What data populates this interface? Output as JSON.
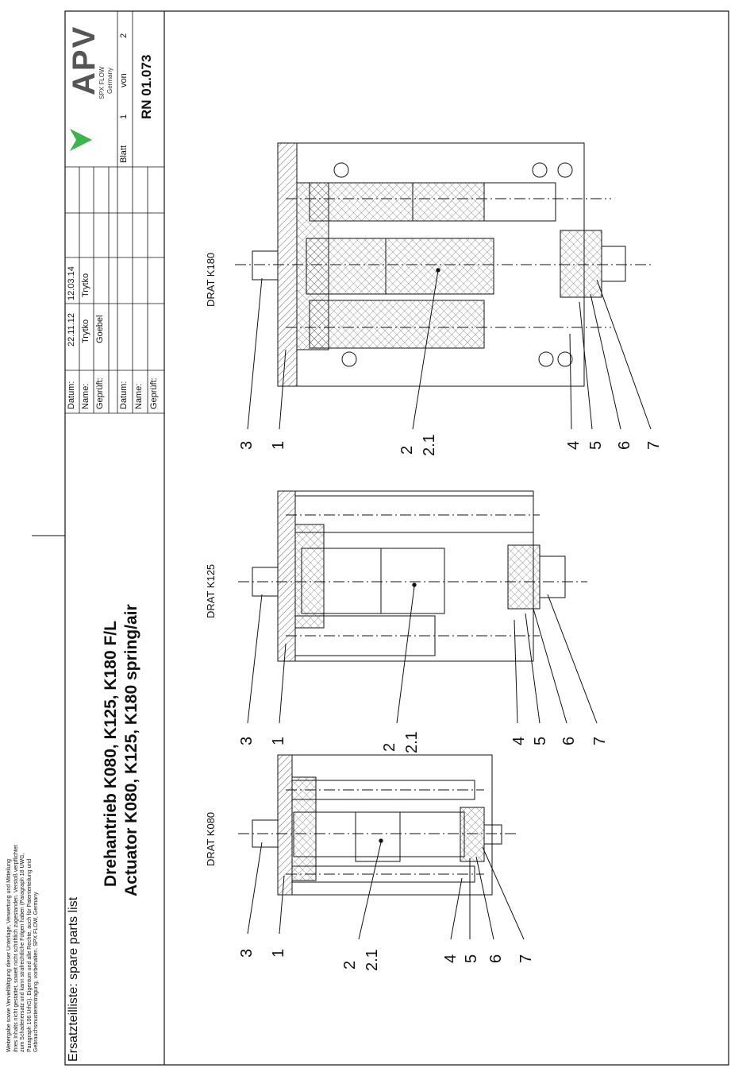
{
  "legal_notice": [
    "Weitergabe sowie Vervielfältigung dieser Unterlage, Verwertung und Mitteilung",
    "ihres Inhalts nicht gestattet, soweit nicht schriftlich zugestanden. Verstoß verpflichtet",
    "zum Schadenersatz und kann strafrechtliche Folgen haben (Paragraph 18 UWG,",
    "Paragraph 106 UrhG). Eigentum und alle Rechte, auch für Patenterteilung und",
    "Gebrauchsmustereintragung, vorbehalten. SPX FLOW, Germany"
  ],
  "list_label": "Ersatzteilliste: spare parts list",
  "title_de": "Drehantrieb K080, K125, K180 F/L",
  "title_en": "Actuator K080, K125, K180 spring/air",
  "title_block": {
    "datum_label": "Datum:",
    "name_label": "Name:",
    "geprueft_label": "Geprüft:",
    "datum_1": "22.11.12",
    "datum_2": "12.03.14",
    "name_1": "Trytko",
    "name_2": "Trytko",
    "geprueft_1": "Goebel",
    "blatt_label": "Blatt",
    "blatt_value": "1",
    "von_label": "von",
    "von_value": "2",
    "doc_number": "RN 01.073",
    "logo_text": "APV",
    "logo_sub1": "SPX FLOW",
    "logo_sub2": "Germany"
  },
  "drawings": [
    {
      "label": "DRAT K080",
      "callouts": [
        "3",
        "1",
        "2",
        "2.1",
        "4",
        "5",
        "6",
        "7"
      ]
    },
    {
      "label": "DRAT K125",
      "callouts": [
        "3",
        "1",
        "2",
        "2.1",
        "4",
        "5",
        "6",
        "7"
      ]
    },
    {
      "label": "DRAT K180",
      "callouts": [
        "3",
        "1",
        "2",
        "2.1",
        "4",
        "5",
        "6",
        "7"
      ]
    }
  ],
  "colors": {
    "line": "#111111",
    "logo_green": "#3cb54a",
    "logo_gray": "#555555"
  }
}
